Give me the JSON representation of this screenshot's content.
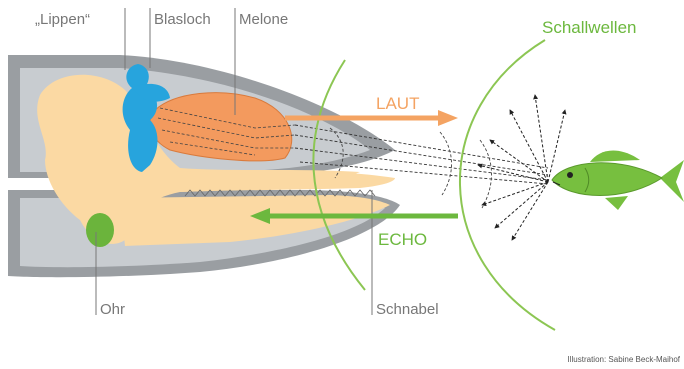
{
  "labels": {
    "lippen": "„Lippen“",
    "blasloch": "Blasloch",
    "melone": "Melone",
    "schallwellen": "Schallwellen",
    "laut": "LAUT",
    "echo": "ECHO",
    "ohr": "Ohr",
    "schnabel": "Schnabel",
    "credit": "Illustration: Sabine Beck-Maihof"
  },
  "colors": {
    "head_gray": "#9a9ea2",
    "head_light": "#c8ccd0",
    "bone": "#fbd9a3",
    "melon": "#f39a5e",
    "blowhole": "#27a4dd",
    "ear": "#6bb43c",
    "wave_green": "#8cc653",
    "laut_orange": "#f4a362",
    "echo_green": "#6cb83e",
    "fish": "#77bf3f",
    "label_gray": "#777777"
  }
}
